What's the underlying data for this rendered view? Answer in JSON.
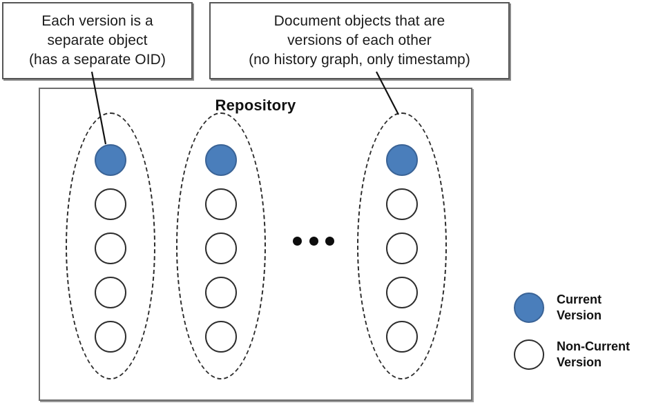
{
  "diagram": {
    "title": "Repository",
    "callouts": [
      {
        "id": "each-version-separate-object",
        "text": "Each version is a\nseparate object\n(has a separate OID)"
      },
      {
        "id": "document-objects-versions",
        "text": "Document objects that are\nversions of each other\n(no history graph, only timestamp)"
      }
    ],
    "ellipsis": "• • •",
    "groups": [
      {
        "name": "version-group-1",
        "nodes": [
          {
            "state": "current"
          },
          {
            "state": "non-current"
          },
          {
            "state": "non-current"
          },
          {
            "state": "non-current"
          },
          {
            "state": "non-current"
          }
        ]
      },
      {
        "name": "version-group-2",
        "nodes": [
          {
            "state": "current"
          },
          {
            "state": "non-current"
          },
          {
            "state": "non-current"
          },
          {
            "state": "non-current"
          },
          {
            "state": "non-current"
          }
        ]
      },
      {
        "name": "version-group-3",
        "nodes": [
          {
            "state": "current"
          },
          {
            "state": "non-current"
          },
          {
            "state": "non-current"
          },
          {
            "state": "non-current"
          },
          {
            "state": "non-current"
          }
        ]
      }
    ]
  },
  "legend": {
    "items": [
      {
        "label": "Current\nVersion",
        "state": "current"
      },
      {
        "label": "Non-Current\nVersion",
        "state": "non-current"
      }
    ]
  },
  "colors": {
    "current_version_fill": "#4a7ebb",
    "current_version_stroke": "#3a6396",
    "non_current_fill": "#ffffff",
    "outline": "#2d2d2d",
    "box_border": "#6d6d6d",
    "background": "#ffffff"
  }
}
